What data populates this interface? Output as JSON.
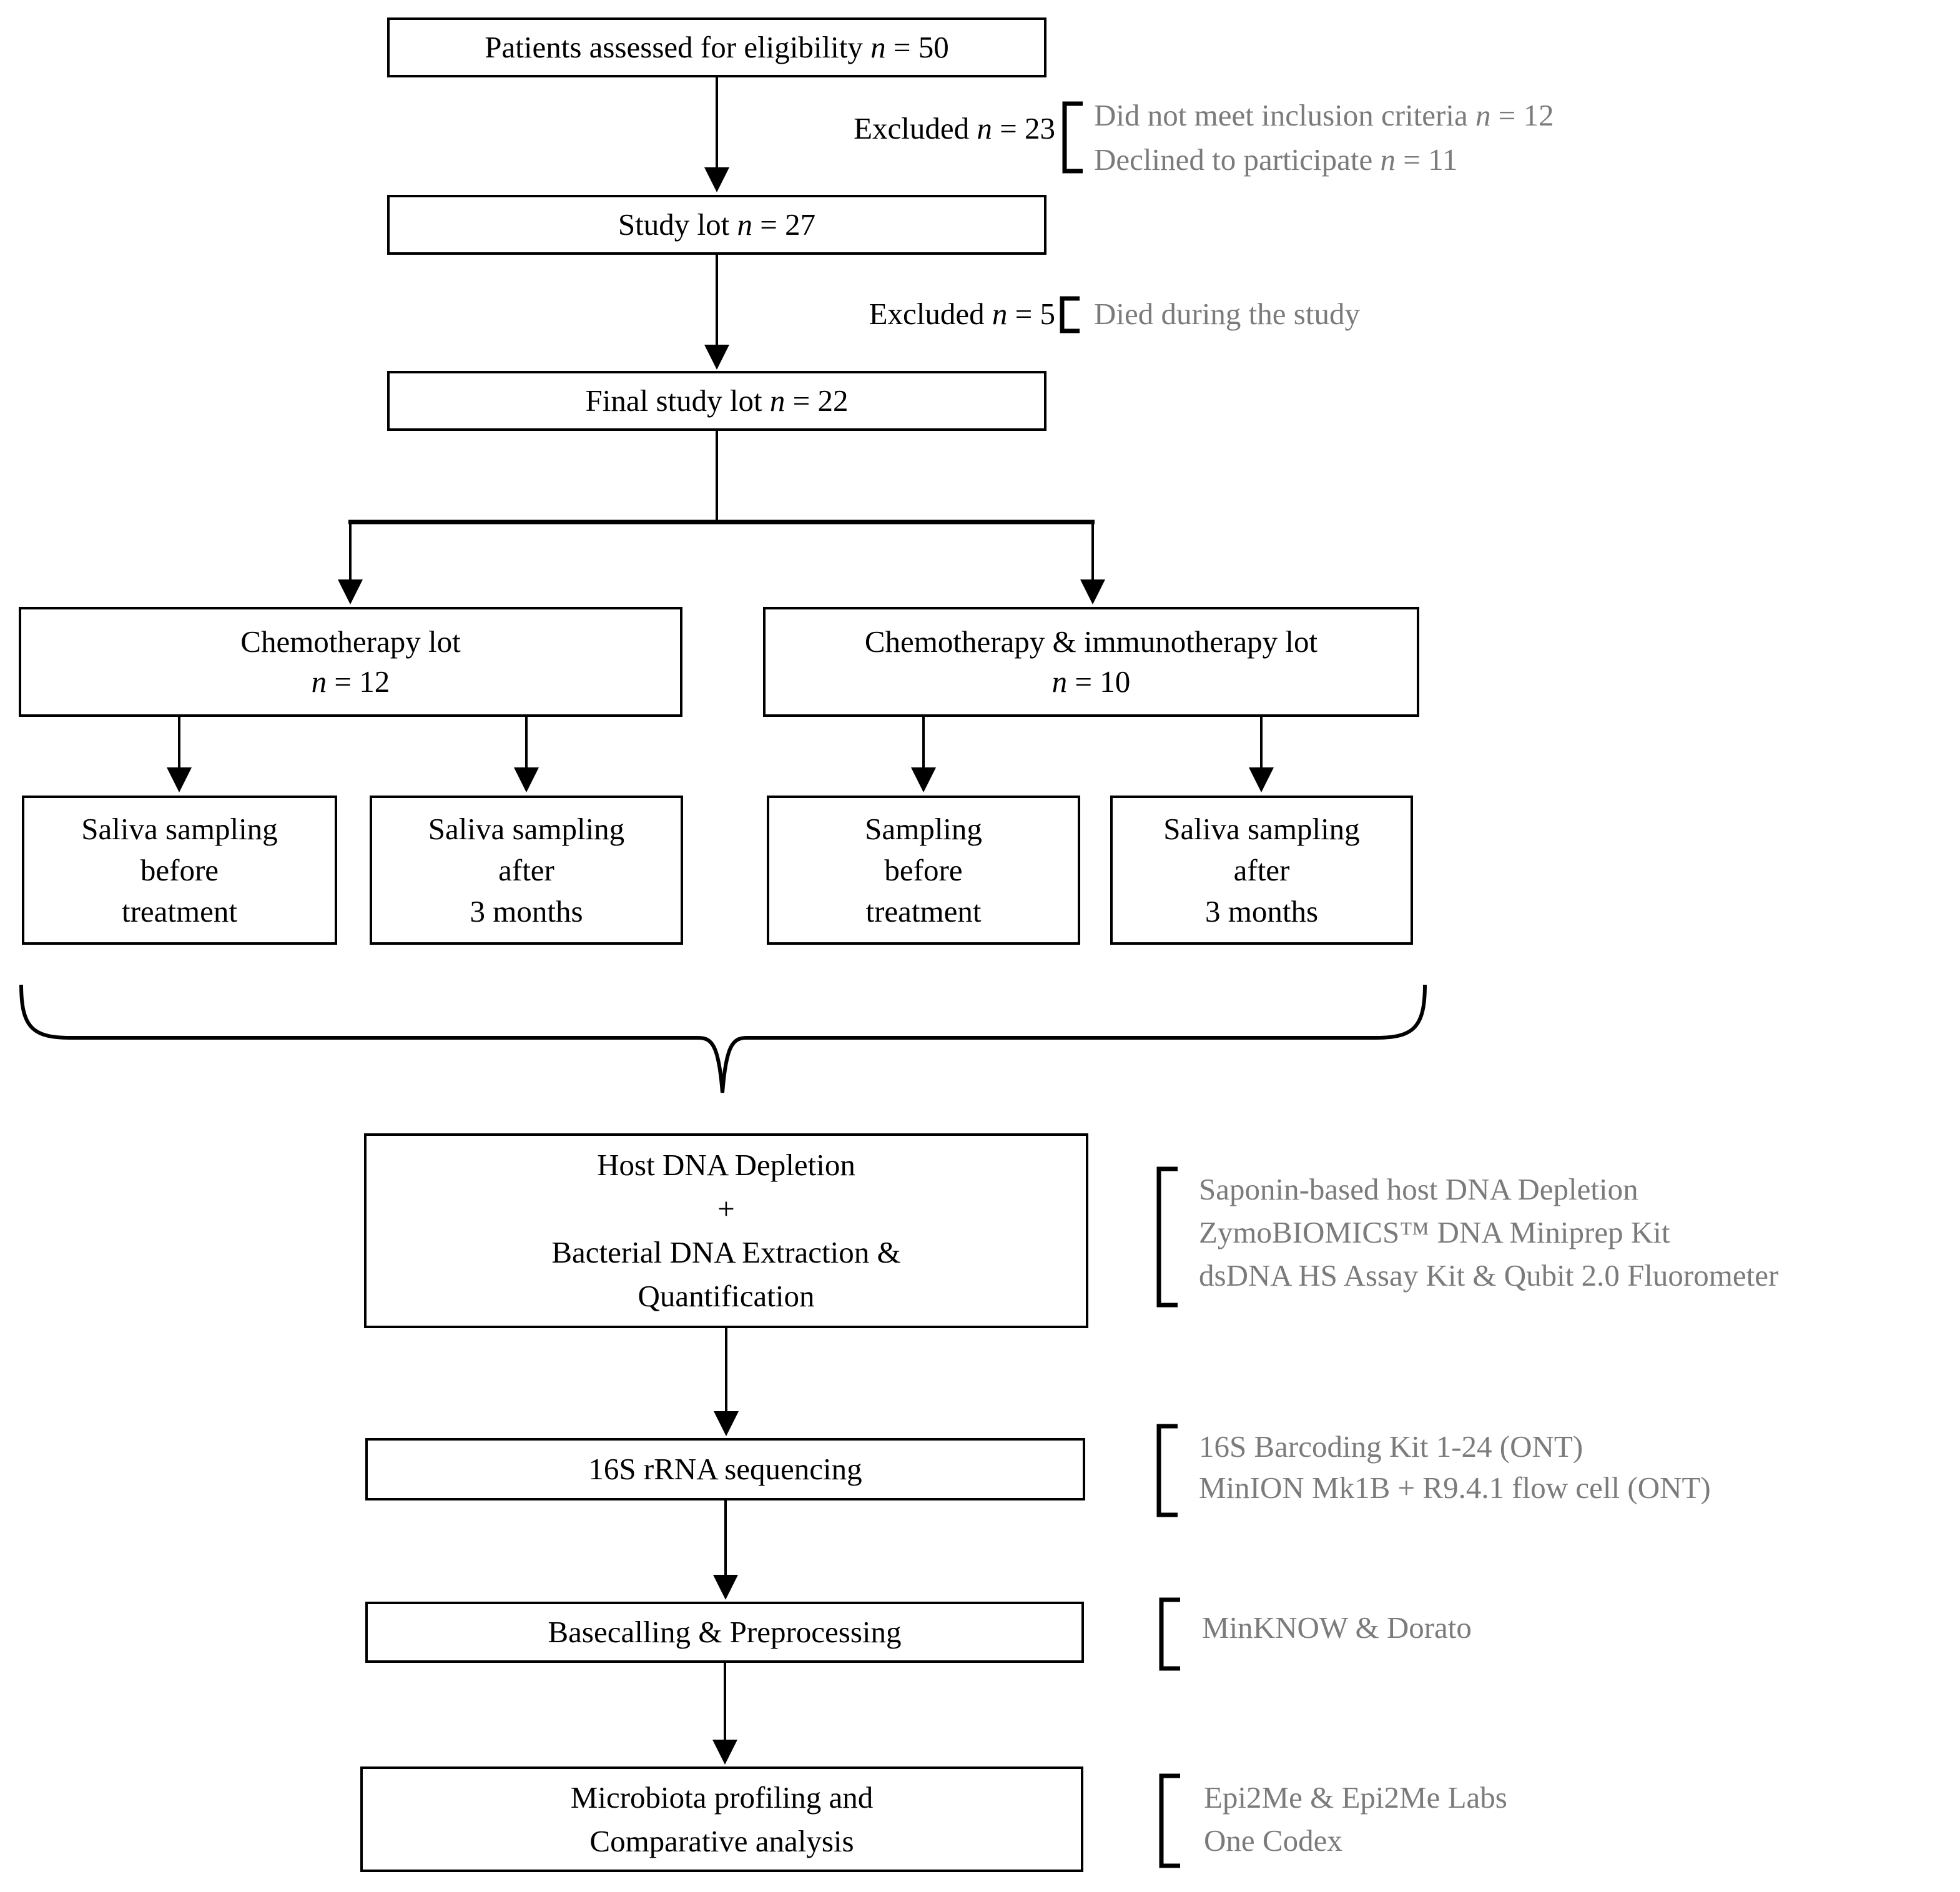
{
  "n_symbol": "n",
  "colors": {
    "note_gray": "#7b7b7b",
    "diagram_black": "#000000",
    "background": "#ffffff"
  },
  "boxes": {
    "eligibility": {
      "label": "Patients assessed for eligibility",
      "n_value": "= 50"
    },
    "study_lot": {
      "label": "Study lot",
      "n_value": "= 27"
    },
    "final_lot": {
      "label": "Final study lot",
      "n_value": "= 22"
    },
    "chemo_lot": {
      "line1": "Chemotherapy lot",
      "n_value": "= 12"
    },
    "chemo_immuno_lot": {
      "line1": "Chemotherapy & immunotherapy lot",
      "n_value": "= 10"
    },
    "sampling_chemo_before": {
      "lines": [
        "Saliva sampling",
        "before",
        "treatment"
      ]
    },
    "sampling_chemo_after": {
      "lines": [
        "Saliva sampling",
        "after",
        "3 months"
      ]
    },
    "sampling_immuno_before": {
      "lines": [
        "Sampling",
        "before",
        "treatment"
      ]
    },
    "sampling_immuno_after": {
      "lines": [
        "Saliva sampling",
        "after",
        "3 months"
      ]
    },
    "host_dna": {
      "lines": [
        "Host DNA Depletion",
        "+",
        "Bacterial DNA Extraction &",
        "Quantification"
      ]
    },
    "sequencing": {
      "label": "16S rRNA sequencing"
    },
    "basecalling": {
      "label": "Basecalling & Preprocessing"
    },
    "microbiota": {
      "lines": [
        "Microbiota profiling and",
        "Comparative analysis"
      ]
    }
  },
  "exclusions": {
    "first": {
      "label": "Excluded",
      "n_value": "= 23"
    },
    "second": {
      "label": "Excluded",
      "n_value": "= 5"
    }
  },
  "notes": {
    "exclusion_reasons_1": {
      "lines": [
        {
          "text": "Did not meet inclusion criteria",
          "n_value": "= 12"
        },
        {
          "text": "Declined to participate",
          "n_value": "= 11"
        }
      ]
    },
    "exclusion_reasons_2": {
      "lines": [
        "Died during the study"
      ]
    },
    "dna_extraction_tools": {
      "lines": [
        "Saponin-based host DNA Depletion",
        "ZymoBIOMICS™ DNA Miniprep Kit",
        "dsDNA HS Assay Kit & Qubit 2.0 Fluorometer"
      ]
    },
    "sequencing_tools": {
      "lines": [
        "16S Barcoding Kit 1-24 (ONT)",
        "MinION Mk1B + R9.4.1 flow cell (ONT)"
      ]
    },
    "basecalling_tools": {
      "lines": [
        "MinKNOW & Dorato"
      ]
    },
    "analysis_tools": {
      "lines": [
        "Epi2Me & Epi2Me Labs",
        "One Codex"
      ]
    }
  }
}
